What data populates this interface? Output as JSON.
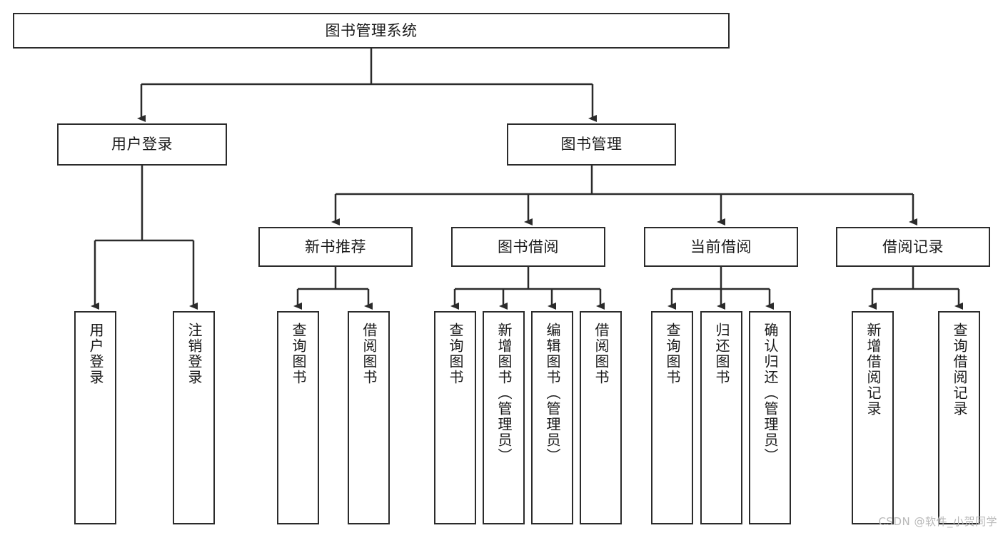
{
  "diagram": {
    "title": "图书管理系统",
    "watermark": "CSDN @软件_小贺同学",
    "line_color": "#2b2b2b",
    "text_color": "#1a1a1a",
    "background": "#ffffff",
    "nodes": {
      "root": "图书管理系统",
      "user_login": "用户登录",
      "book_manage": "图书管理",
      "new_book_rec": "新书推荐",
      "book_borrow": "图书借阅",
      "current_borrow": "当前借阅",
      "borrow_record": "借阅记录",
      "leaf_user_login": "用户登录",
      "leaf_user_logout": "注销登录",
      "leaf_rec_query": "查询图书",
      "leaf_rec_borrow": "借阅图书",
      "leaf_borrow_query": "查询图书",
      "leaf_borrow_add": "新增图书（管理员）",
      "leaf_borrow_edit": "编辑图书（管理员）",
      "leaf_borrow_lend": "借阅图书",
      "leaf_cur_query": "查询图书",
      "leaf_cur_return": "归还图书",
      "leaf_cur_confirm": "确认归还（管理员）",
      "leaf_rec_add": "新增借阅记录",
      "leaf_rec_search": "查询借阅记录"
    }
  }
}
